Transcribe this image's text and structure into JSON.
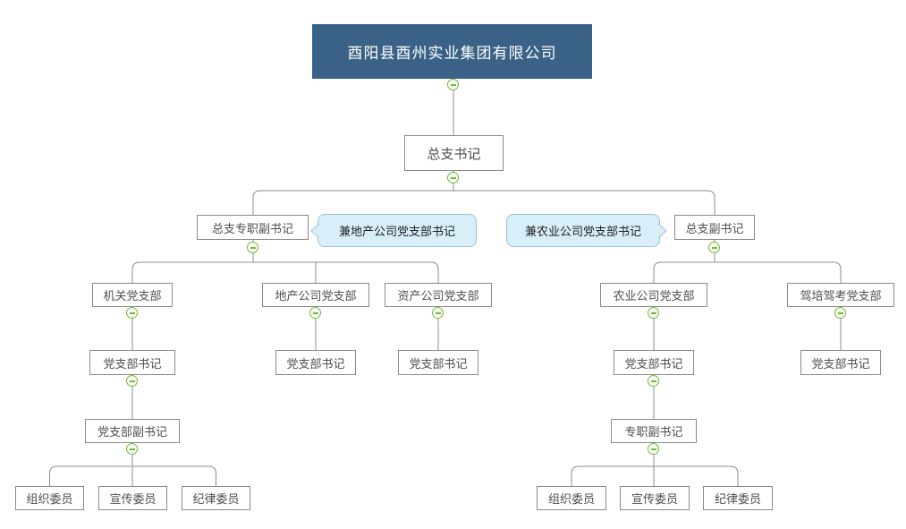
{
  "colors": {
    "root_bg": "#3A6286",
    "root_text": "#FFFFFF",
    "node_bg": "#FFFFFF",
    "node_border": "#8A8A8A",
    "node_text": "#4F4F4F",
    "connector_line": "#8C8C8C",
    "callout_bg": "#D8EFFA",
    "callout_border": "#9FC0D4",
    "callout_text": "#1F1F1F",
    "collapse_toggle_border": "#76B83E",
    "collapse_toggle_bg": "#F7FCF2"
  },
  "toggle_glyph": "minus",
  "tree": {
    "label": "酉阳县酉州实业集团有限公司",
    "children": [
      {
        "label": "总支书记",
        "children": [
          {
            "label": "总支专职副书记",
            "callout": "兼地产公司党支部书记",
            "children": [
              {
                "label": "机关党支部",
                "children": [
                  {
                    "label": "党支部书记",
                    "children": [
                      {
                        "label": "党支部副书记",
                        "children": [
                          {
                            "label": "组织委员"
                          },
                          {
                            "label": "宣传委员"
                          },
                          {
                            "label": "纪律委员"
                          }
                        ]
                      }
                    ]
                  }
                ]
              },
              {
                "label": "地产公司党支部",
                "children": [
                  {
                    "label": "党支部书记"
                  }
                ]
              },
              {
                "label": "资产公司党支部",
                "children": [
                  {
                    "label": "党支部书记"
                  }
                ]
              }
            ]
          },
          {
            "label": "总支副书记",
            "callout": "兼农业公司党支部书记",
            "children": [
              {
                "label": "农业公司党支部",
                "children": [
                  {
                    "label": "党支部书记",
                    "children": [
                      {
                        "label": "专职副书记",
                        "children": [
                          {
                            "label": "组织委员"
                          },
                          {
                            "label": "宣传委员"
                          },
                          {
                            "label": "纪律委员"
                          }
                        ]
                      }
                    ]
                  }
                ]
              },
              {
                "label": "驾培驾考党支部",
                "children": [
                  {
                    "label": "党支部书记"
                  }
                ]
              }
            ]
          }
        ]
      }
    ]
  }
}
